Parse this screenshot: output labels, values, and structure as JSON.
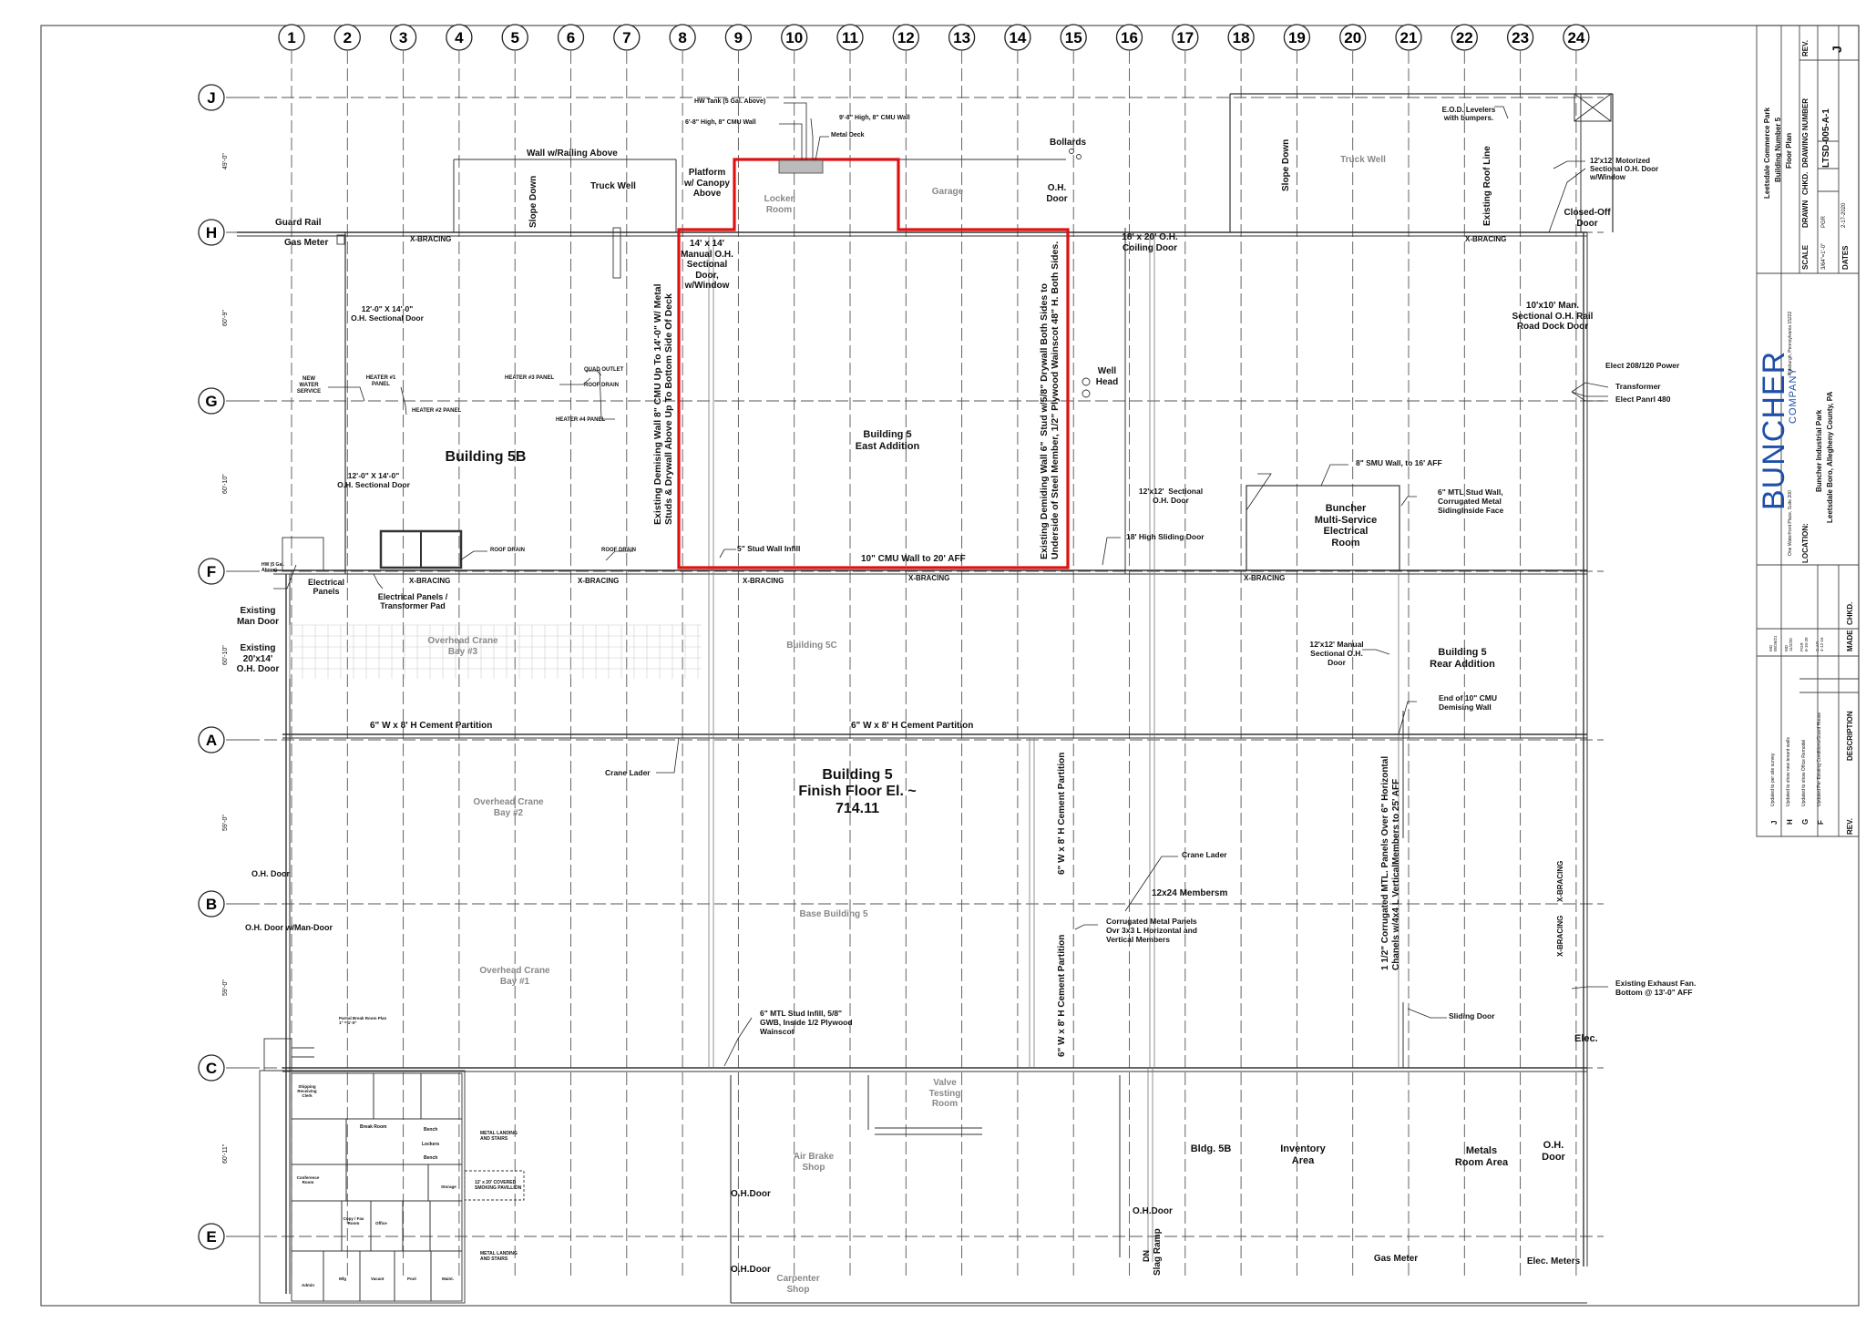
{
  "columns": [
    "1",
    "2",
    "3",
    "4",
    "5",
    "6",
    "7",
    "8",
    "9",
    "10",
    "11",
    "12",
    "13",
    "14",
    "15",
    "16",
    "17",
    "18",
    "19",
    "20",
    "21",
    "22",
    "23",
    "24"
  ],
  "rows": [
    "J",
    "H",
    "G",
    "F",
    "A",
    "B",
    "C",
    "E"
  ],
  "row_dims": [
    "49'-0\"",
    "60'-9\"",
    "60'-10\"",
    "60'-10\"",
    "59'-0\"",
    "59'-0\"",
    "60'-11\""
  ],
  "labels": {
    "hw_tank": "HW Tank (5 Gal. Above)",
    "cmu_68": "6'-8\" High, 8\" CMU Wall",
    "cmu_98": "9'-8\" High, 8\" CMU Wall",
    "metal_deck": "Metal Deck",
    "wall_railing": "Wall w/Railing Above",
    "platform": "Platform\nw/ Canopy\nAbove",
    "locker_room": "Locker\nRoom",
    "garage": "Garage",
    "bollards": "Bollards",
    "oh_door_15": "O.H.\nDoor",
    "slope_down_l": "Slope Down",
    "truck_well_l": "Truck Well",
    "slope_down_r": "Slope Down",
    "truck_well_r": "Truck Well",
    "eod_levelers": "E.O.D. Levelers\nwith bumpers.",
    "existing_roof_line": "Existing Roof Line",
    "motorized_door": "12'x12' Motorized\nSectional O.H. Door\nw/Window",
    "closed_off": "Closed-Off\nDoor",
    "guard_rail": "Guard Rail",
    "gas_meter_top": "Gas Meter",
    "xbracing_1": "X-BRACING",
    "xbracing_2": "X-BRACING",
    "xbracing_3": "X-BRACING",
    "xbracing_4": "X-BRACING",
    "xbracing_5": "X-BRACING",
    "xbracing_6": "X-BRACING",
    "xbracing_7": "X-BRACING",
    "xbracing_v1": "X-BRACING",
    "xbracing_v2": "X-BRACING",
    "manual_oh": "14' x 14'\nManual O.H.\nSectional\nDoor,\nw/Window",
    "coiling_door": "18' x 20' O.H.\nCoiling Door",
    "rail_dock": "10'x10' Man.\nSectional O.H. Rail\nRoad Dock Door",
    "sect_door_1": "12'-0\" X 14'-0\"\nO.H. Sectional Door",
    "sect_door_2": "12'-0\" X 14'-0\"\nO.H. Sectional Door",
    "new_water": "NEW\nWATER\nSERVICE",
    "heater1": "HEATER #1\nPANEL",
    "heater2": "HEATER #2 PANEL",
    "heater3": "HEATER #3 PANEL",
    "heater4": "HEATER #4 PANEL",
    "quad_outlet": "QUAD OUTLET",
    "roof_drain_1": "ROOF DRAIN",
    "roof_drain_2": "ROOF DRAIN",
    "roof_drain_3": "ROOF DRAIN",
    "building_5b": "Building 5B",
    "demising_west": "Existing Demising Wall 8\" CMU Up To 14'-0\" W/ Metal\nStuds & Drywall Above Up To Bottom Side Of Deck",
    "east_addition": "Building 5\nEast Addition",
    "demising_east": "Existing Demiding Wall 6\"  Stud w/5/8\" Drywall Both Sides to\nUnderside of Steel Member, 1/2\" Plywood Wainscot 48\" H. Both Sides.",
    "well_head": "Well\nHead",
    "elect_208": "Elect 208/120 Power",
    "transformer": "Transformer",
    "elect_480": "Elect Panrl 480",
    "smu_wall": "8\" SMU Wall, to 16' AFF",
    "sect_12x12": "12'x12'  Sectional\nO.H. Door",
    "buncher_ms": "Buncher\nMulti-Service\nElectrical\nRoom",
    "mtl_stud_wall": "6\" MTL Stud Wall,\nCorrugated Metal\nSidingInside Face",
    "sliding_18": "18' High Sliding Door",
    "stud_infill_5": "5\" Stud Wall Infill",
    "cmu_10": "10\" CMU Wall to 20' AFF",
    "hw_gal": "HW (5 Gal.\nAbove)",
    "elec_panels": "Electrical\nPanels",
    "elec_transformer": "Electrical Panels /\nTransformer Pad",
    "existing_man_door": "Existing\nMan Door",
    "existing_20x14": "Existing\n20'x14'\nO.H. Door",
    "crane_bay3": "Overhead Crane\nBay #3",
    "building_5c": "Building 5C",
    "manual_12x12": "12'x12' Manual\nSectional O.H.\nDoor",
    "rear_addition": "Building 5\nRear Addition",
    "end_cmu": "End of 10\" CMU\nDemising Wall",
    "cement_1": "6\" W x 8' H Cement Partition",
    "cement_2": "6\" W x 8' H Cement Partition",
    "cement_v1": "6\" W x 8' H Cement Partition",
    "cement_v2": "6\" W x 8' H Cement Partition",
    "crane_lader_1": "Crane Lader",
    "crane_lader_2": "Crane Lader",
    "building5_floor": "Building 5\nFinish Floor El. ~\n714.11",
    "crane_bay2": "Overhead Crane\nBay #2",
    "corrugated_v": "1 1/2\" Corrugated MTL. Panels Over 6\" Horizontal\nChanels w/4x4 L VerticalMembers to 25' AFF",
    "membersm": "12x24 Membersm",
    "oh_door_b": "O.H. Door",
    "oh_door_man": "O.H. Door w/Man-Door",
    "base_building": "Base Building 5",
    "corrugated_panels": "Corrugated Metal Panels\nOvr 3x3 L Horizontal and\nVertical Members",
    "crane_bay1": "Overhead Crane\nBay #1",
    "exhaust_fan": "Existing Exhaust Fan.\nBottom @ 13'-0\" AFF",
    "mtl_infill": "6\" MTL Stud Infill, 5/8\"\nGWB, Inside 1/2 Plywood\nWainscot",
    "sliding_door": "Sliding Door",
    "elec": "Elec.",
    "valve_testing": "Valve\nTesting\nRoom",
    "air_brake": "Air Brake\nShop",
    "bldg_5b": "Bldg. 5B",
    "inventory": "Inventory\nArea",
    "metals": "Metals\nRoom Area",
    "oh_door_24": "O.H.\nDoor",
    "oh_door_9": "O.H.Door",
    "oh_door_16": "O.H.Door",
    "oh_door_9b": "O.H.Door",
    "dn": "DN",
    "slag_ramp": "Slag Ramp",
    "carpenter": "Carpenter\nShop",
    "gas_meter_bot": "Gas Meter",
    "elec_meters": "Elec. Meters",
    "partial_break": "Partial Break Room Plan\n1\" = 1'-0\"",
    "metal_landing_1": "METAL LANDING\nAND STAIRS",
    "metal_landing_2": "METAL LANDING\nAND STAIRS",
    "smoking_pavilion": "12' x 20' COVERED\nSMOKING PAVILLION",
    "room_break": "Break Room",
    "room_lockers": "Lockers",
    "room_bench1": "Bench",
    "room_bench2": "Bench",
    "room_conference": "Conference\nRoom",
    "room_copy": "Copy / Fax\nRoom",
    "room_office": "Office",
    "room_storage": "Storage",
    "room_shipping": "Shipping\nReceiving\nClerk",
    "room_adm": "Admin",
    "room_mfg": "Mfg",
    "room_vacant": "Vacant",
    "room_pool": "Pool",
    "room_maint": "Maint."
  },
  "title_block": {
    "project": "Leetsdale Commerce Park",
    "building": "Building Number 5",
    "sheet": "Floor Plan",
    "company": "BUNCHER",
    "company_sub": "COMPANY",
    "address": "One Waterfront Place, Suite 200",
    "city": "Pittsburgh, Pennsylvania 15222",
    "location_label": "LOCATION:",
    "location_name": "Buncher Industrial Park",
    "location_place": "Leetsdale Boro, Allegheny County, PA",
    "scale_label": "SCALE",
    "scale_value": "3/64\"=1'-0\"",
    "drawn_label": "DRAWN",
    "drawn_value": "PGR",
    "chkd_label": "CHKD.",
    "dates_label": "DATES",
    "dates_value": "2-17-2020",
    "drawing_number_label": "DRAWING NUMBER",
    "drawing_number": "LTSD-005-A-1",
    "rev_label": "REV.",
    "rev_value": "J",
    "rev_col_label": "REV.",
    "description_label": "DESCRIPTION",
    "made_label": "MADE",
    "chkd2_label": "CHKD.",
    "revisions": [
      {
        "rev": "J",
        "desc": "Updated to per site survey",
        "made": "MD\n05/26/21"
      },
      {
        "rev": "H",
        "desc": "Updated to show new tenant walls",
        "made": "MD\n11/2/20"
      },
      {
        "rev": "G",
        "desc": "Updated to show Office Remodel",
        "made": "PGR\n8-10-20"
      },
      {
        "rev": "F",
        "desc": "Updated Per Existing Conditions/Guard House",
        "made": "C.J.P.\n4-12-16"
      }
    ]
  }
}
